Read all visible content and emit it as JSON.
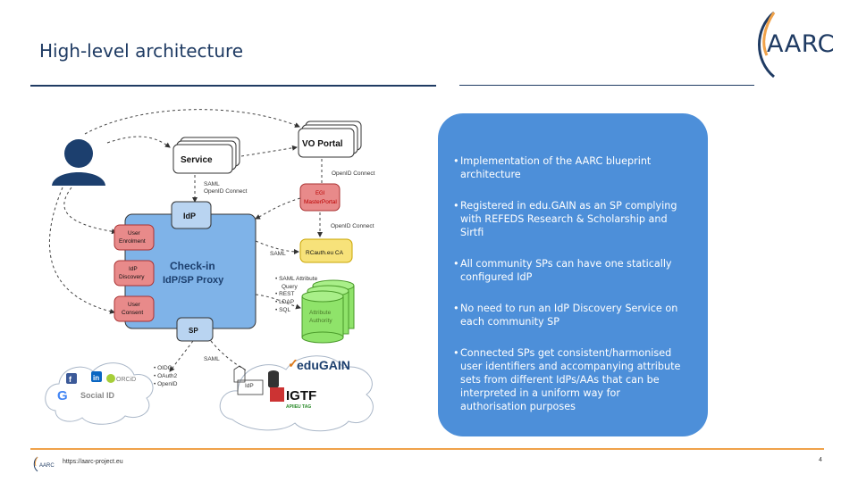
{
  "slide": {
    "title": "High-level architecture",
    "logo_text": "AARC",
    "footer_url": "https://aarc-project.eu",
    "page_number": "4"
  },
  "diagram": {
    "service": "Service",
    "vo_portal": "VO Portal",
    "idp": "IdP",
    "checkin_line1": "Check-in",
    "checkin_line2": "IdP/SP Proxy",
    "user_enrolment": [
      "User",
      "Enrolment"
    ],
    "idp_discovery": [
      "IdP",
      "Discovery"
    ],
    "user_consent": [
      "User",
      "Consent"
    ],
    "sp": "SP",
    "egi_master_portal": [
      "EGI",
      "MasterPortal"
    ],
    "rcauth": "RCauth.eu CA",
    "attribute_authority": [
      "Attribute",
      "Authority"
    ],
    "label_saml_oidc": [
      "SAML",
      "OpenID Connect"
    ],
    "label_oidc_vo": "OpenID Connect",
    "label_oidc_mp": "OpenID Connect",
    "label_saml_ca": "SAML",
    "attr_list": [
      "SAML Attribute",
      "Query",
      "REST",
      "LDAP",
      "SQL"
    ],
    "label_saml_bottom": "SAML",
    "social_protocols": [
      "OIDC",
      "OAuth2",
      "OpenID"
    ],
    "social_id": "Social ID",
    "orcid": "ORCiD",
    "edugain_idp": "IdP",
    "edugain": "eduGAIN",
    "igtf": "IGTF",
    "igtf_sub": "APIIEU TAG"
  },
  "bullets": [
    "Implementation of the AARC blueprint architecture",
    "Registered in edu.GAIN as an SP complying with REFEDS Research & Scholarship and Sirtfi",
    "All community SPs can have one statically configured IdP",
    "No need to run an IdP Discovery Service on each community SP",
    "Connected SPs get consistent/harmonised user identifiers and accompanying attribute sets from different IdPs/AAs that can be interpreted in a uniform way for authorisation purposes"
  ],
  "colors": {
    "panel": "#4d8fd9",
    "checkin_box": "#7fb3e8",
    "consent_pink": "#e88a8a",
    "rcauth_yellow": "#f7e27a",
    "attribute_green": "#8fe36a",
    "title_navy": "#1f3b63",
    "footer_orange": "#f0a24a"
  }
}
